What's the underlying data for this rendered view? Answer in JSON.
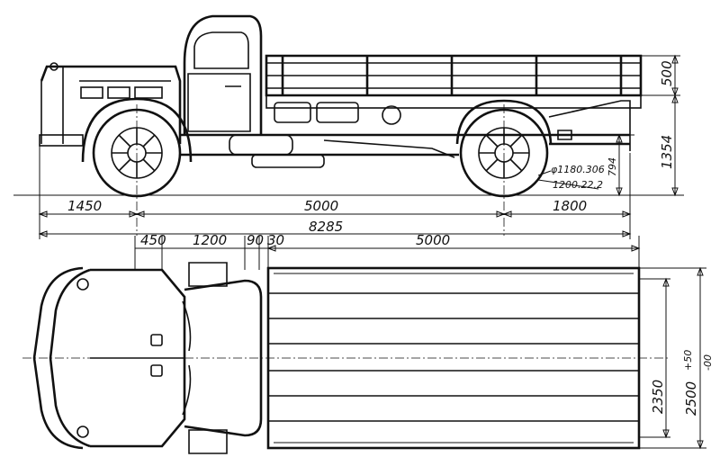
{
  "side_view": {
    "dim_front_overhang": "1450",
    "dim_wheelbase": "5000",
    "dim_rear_overhang": "1800",
    "dim_overall_length": "8285",
    "dim_bed_side_height": "500",
    "dim_frame_height": "1354",
    "dim_axle_height": "794",
    "tyre_label_1": "φ1180.306",
    "tyre_label_2": "1200.22.2"
  },
  "top_view": {
    "dim_450": "450",
    "dim_1200": "1200",
    "dim_90": "90",
    "dim_30": "30",
    "dim_bed_length": "5000",
    "dim_bed_width": "2350",
    "dim_overall_width": "2500",
    "tol_upper": "+50",
    "tol_lower": "-00"
  }
}
